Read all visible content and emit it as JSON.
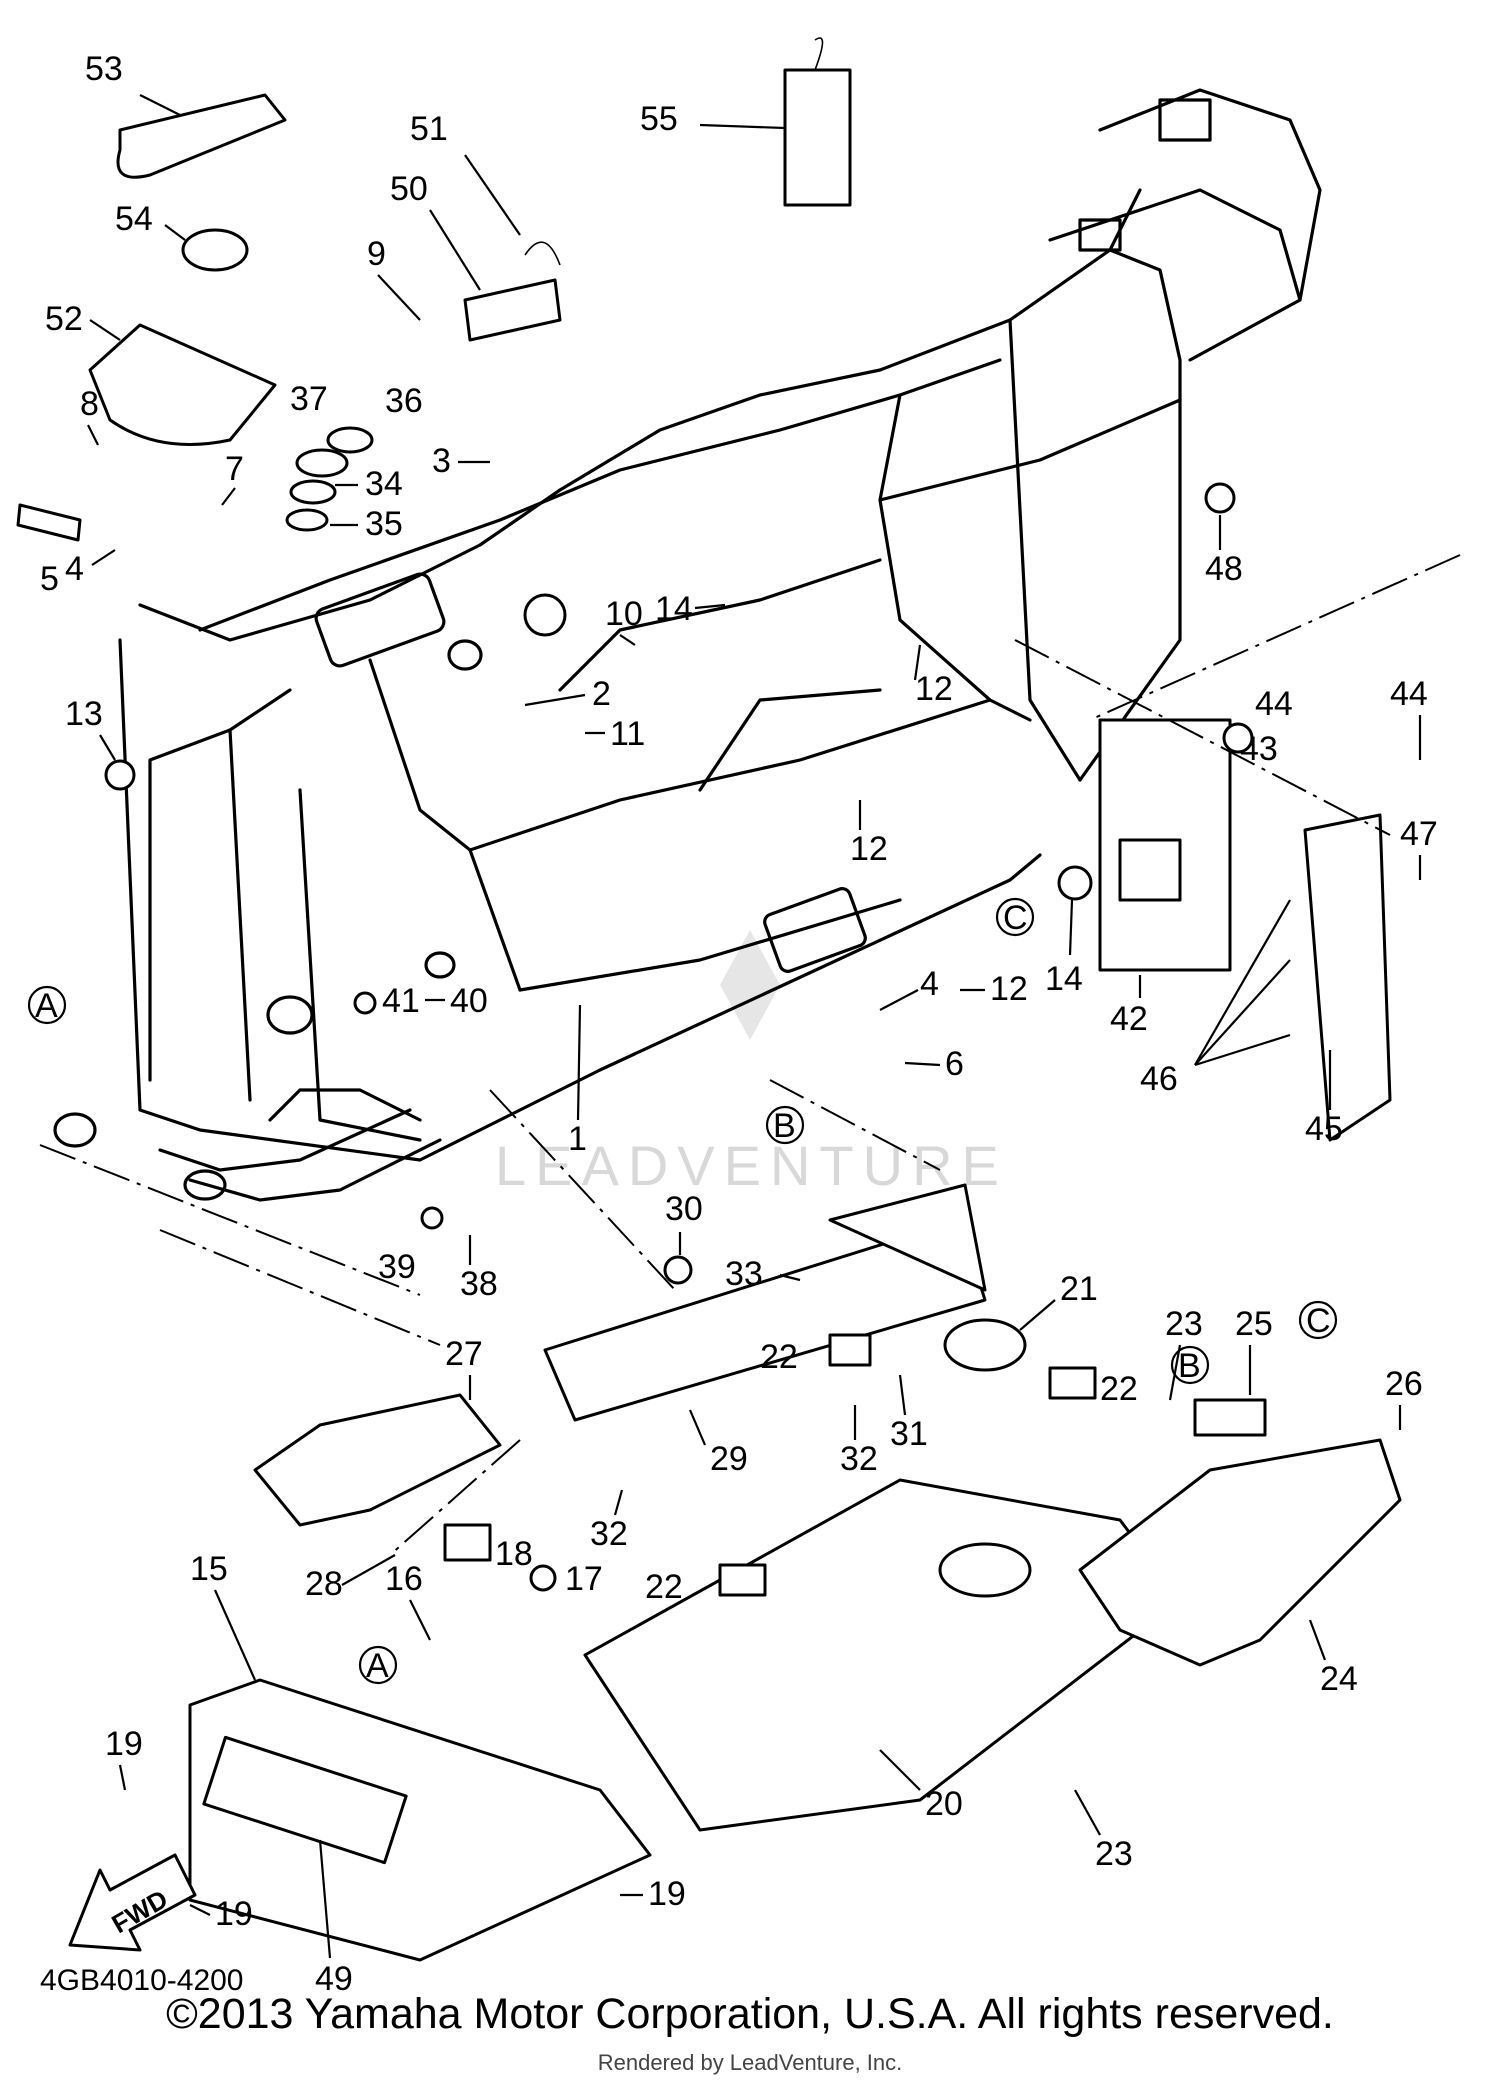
{
  "diagram": {
    "drawing_code": "4GB4010-4200",
    "fwd_label": "FWD",
    "watermark": "LEADVENTURE",
    "copyright": "©2013 Yamaha Motor Corporation, U.S.A. All rights reserved.",
    "rendered_by": "Rendered by LeadVenture, Inc.",
    "ref_markers": [
      "A",
      "B",
      "C"
    ],
    "part_numbers": [
      "1",
      "2",
      "3",
      "4",
      "5",
      "6",
      "7",
      "8",
      "9",
      "10",
      "11",
      "12",
      "13",
      "14",
      "15",
      "16",
      "17",
      "18",
      "19",
      "20",
      "21",
      "22",
      "23",
      "24",
      "25",
      "26",
      "27",
      "28",
      "29",
      "30",
      "31",
      "32",
      "33",
      "34",
      "35",
      "36",
      "37",
      "38",
      "39",
      "40",
      "41",
      "42",
      "43",
      "44",
      "45",
      "46",
      "47",
      "48",
      "49",
      "50",
      "51",
      "52",
      "53",
      "54",
      "55"
    ]
  }
}
